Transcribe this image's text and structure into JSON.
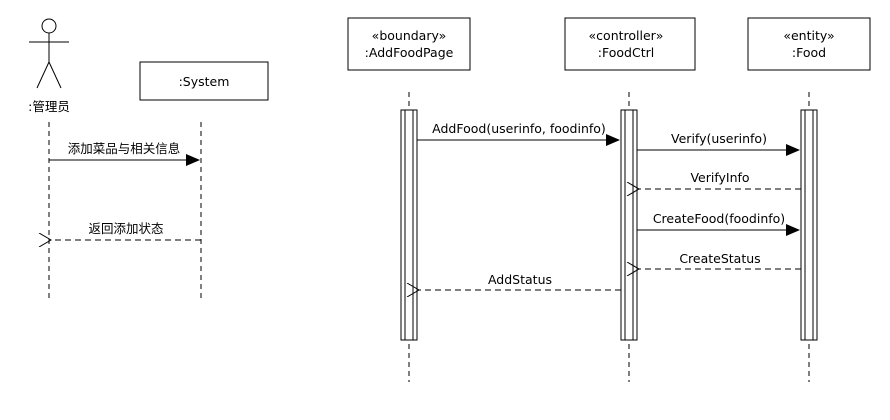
{
  "participants": {
    "admin": {
      "label": ":管理员"
    },
    "system": {
      "label": ":System"
    },
    "page": {
      "stereotype": "«boundary»",
      "label": ":AddFoodPage"
    },
    "ctrl": {
      "stereotype": "«controller»",
      "label": ":FoodCtrl"
    },
    "food": {
      "stereotype": "«entity»",
      "label": ":Food"
    }
  },
  "messages": {
    "m1": "添加菜品与相关信息",
    "m2": "返回添加状态",
    "m3": "AddFood(userinfo, foodinfo)",
    "m4": "Verify(userinfo)",
    "m5": "VerifyInfo",
    "m6": "CreateFood(foodinfo)",
    "m7": "CreateStatus",
    "m8": "AddStatus"
  }
}
